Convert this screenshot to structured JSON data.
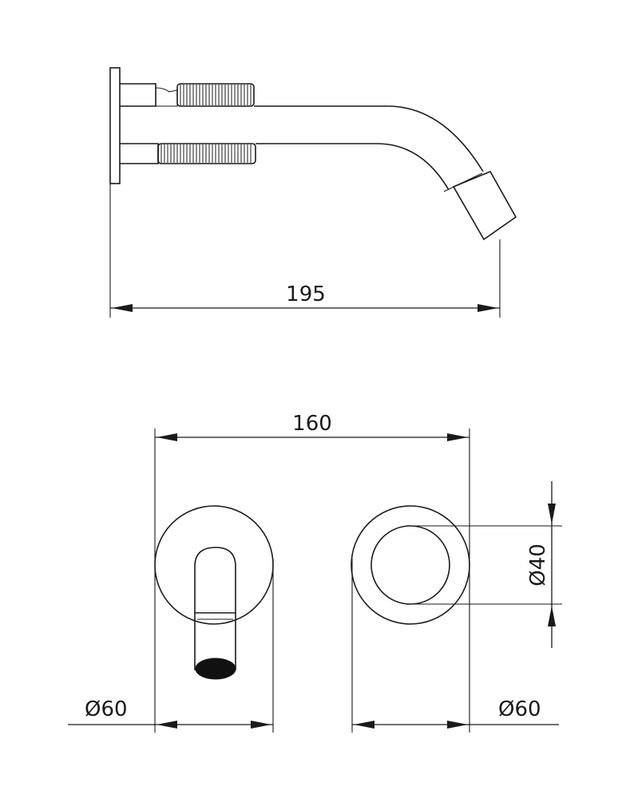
{
  "side_view": {
    "overall_length_label": "195"
  },
  "front_view": {
    "center_distance_label": "160",
    "left_rosette_diameter_label": "Ø60",
    "right_rosette_diameter_label": "Ø60",
    "handle_diameter_label": "Ø40"
  }
}
